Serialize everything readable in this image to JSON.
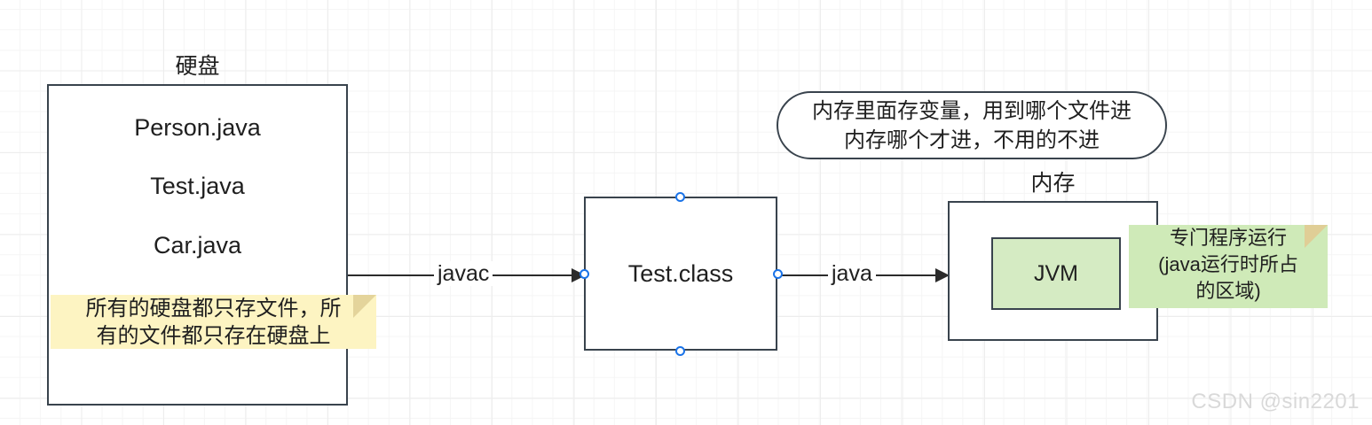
{
  "canvas": {
    "background": "#ffffff",
    "grid_minor_color": "#f5f5f5",
    "grid_major_color": "#ededed"
  },
  "disk": {
    "label": "硬盘",
    "files": [
      "Person.java",
      "Test.java",
      "Car.java"
    ],
    "border_color": "#39434d"
  },
  "notes": {
    "yellow": {
      "line1": "所有的硬盘都只存文件，所",
      "line2": "有的文件都只存在硬盘上",
      "color": "#fdf4c2",
      "fold_color": "#e4d49b"
    },
    "green": {
      "line1": "专门程序运行",
      "line2": "(java运行时所占",
      "line3": "的区域)",
      "color": "#cfeab8",
      "fold_color": "#e0ce96"
    }
  },
  "callout": {
    "line1": "内存里面存变量，用到哪个文件进",
    "line2": "内存哪个才进，不用的不进"
  },
  "classfile": {
    "label": "Test.class",
    "handle_color": "#1a73e8"
  },
  "memory": {
    "label": "内存",
    "jvm_label": "JVM",
    "jvm_color": "#d5ebc3"
  },
  "arrows": {
    "javac": "javac",
    "java": "java",
    "stroke_color": "#2b2b2b"
  },
  "watermark": "CSDN @sin2201"
}
